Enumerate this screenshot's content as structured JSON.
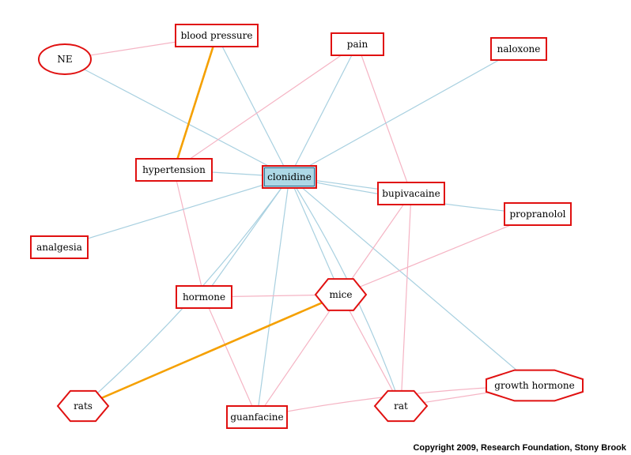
{
  "colors": {
    "node_border": "#e01010",
    "highlight_fill": "#add8e6",
    "edge_blue": "#a8d0e0",
    "edge_pink": "#f5b4c4",
    "edge_orange": "#f5a000"
  },
  "nodes": [
    {
      "id": "clonidine",
      "label": "clonidine",
      "shape": "box",
      "highlight": true
    },
    {
      "id": "blood_pressure",
      "label": "blood pressure",
      "shape": "box"
    },
    {
      "id": "ne",
      "label": "NE",
      "shape": "ellipse"
    },
    {
      "id": "pain",
      "label": "pain",
      "shape": "box"
    },
    {
      "id": "naloxone",
      "label": "naloxone",
      "shape": "box"
    },
    {
      "id": "hypertension",
      "label": "hypertension",
      "shape": "box"
    },
    {
      "id": "bupivacaine",
      "label": "bupivacaine",
      "shape": "box"
    },
    {
      "id": "propranolol",
      "label": "propranolol",
      "shape": "box"
    },
    {
      "id": "analgesia",
      "label": "analgesia",
      "shape": "box"
    },
    {
      "id": "hormone",
      "label": "hormone",
      "shape": "box"
    },
    {
      "id": "mice",
      "label": "mice",
      "shape": "hexagon"
    },
    {
      "id": "rats",
      "label": "rats",
      "shape": "hexagon"
    },
    {
      "id": "guanfacine",
      "label": "guanfacine",
      "shape": "box"
    },
    {
      "id": "rat",
      "label": "rat",
      "shape": "hexagon"
    },
    {
      "id": "growth_hormone",
      "label": "growth hormone",
      "shape": "octagon"
    }
  ],
  "edges": [
    {
      "from": "ne",
      "to": "blood_pressure",
      "kind": "pink"
    },
    {
      "from": "ne",
      "to": "clonidine",
      "kind": "blue"
    },
    {
      "from": "blood_pressure",
      "to": "clonidine",
      "kind": "blue"
    },
    {
      "from": "blood_pressure",
      "to": "hypertension",
      "kind": "orange"
    },
    {
      "from": "pain",
      "to": "clonidine",
      "kind": "blue"
    },
    {
      "from": "pain",
      "to": "hypertension",
      "kind": "pink"
    },
    {
      "from": "pain",
      "to": "bupivacaine",
      "kind": "pink"
    },
    {
      "from": "naloxone",
      "to": "clonidine",
      "kind": "blue"
    },
    {
      "from": "hypertension",
      "to": "clonidine",
      "kind": "blue"
    },
    {
      "from": "hypertension",
      "to": "hormone",
      "kind": "pink"
    },
    {
      "from": "clonidine",
      "to": "bupivacaine",
      "kind": "blue"
    },
    {
      "from": "clonidine",
      "to": "propranolol",
      "kind": "blue"
    },
    {
      "from": "clonidine",
      "to": "analgesia",
      "kind": "blue"
    },
    {
      "from": "clonidine",
      "to": "hormone",
      "kind": "blue"
    },
    {
      "from": "clonidine",
      "to": "mice",
      "kind": "blue"
    },
    {
      "from": "clonidine",
      "to": "rats",
      "kind": "blue"
    },
    {
      "from": "clonidine",
      "to": "guanfacine",
      "kind": "blue"
    },
    {
      "from": "clonidine",
      "to": "rat",
      "kind": "blue"
    },
    {
      "from": "clonidine",
      "to": "growth_hormone",
      "kind": "blue"
    },
    {
      "from": "bupivacaine",
      "to": "mice",
      "kind": "pink"
    },
    {
      "from": "bupivacaine",
      "to": "rat",
      "kind": "pink"
    },
    {
      "from": "propranolol",
      "to": "mice",
      "kind": "pink"
    },
    {
      "from": "hormone",
      "to": "mice",
      "kind": "pink"
    },
    {
      "from": "hormone",
      "to": "guanfacine",
      "kind": "pink"
    },
    {
      "from": "mice",
      "to": "rats",
      "kind": "orange"
    },
    {
      "from": "mice",
      "to": "guanfacine",
      "kind": "pink"
    },
    {
      "from": "mice",
      "to": "rat",
      "kind": "pink"
    },
    {
      "from": "guanfacine",
      "to": "growth_hormone",
      "kind": "pink"
    },
    {
      "from": "rat",
      "to": "growth_hormone",
      "kind": "pink"
    }
  ],
  "footer": {
    "copyright": "Copyright 2009, Research Foundation, Stony Brook"
  }
}
